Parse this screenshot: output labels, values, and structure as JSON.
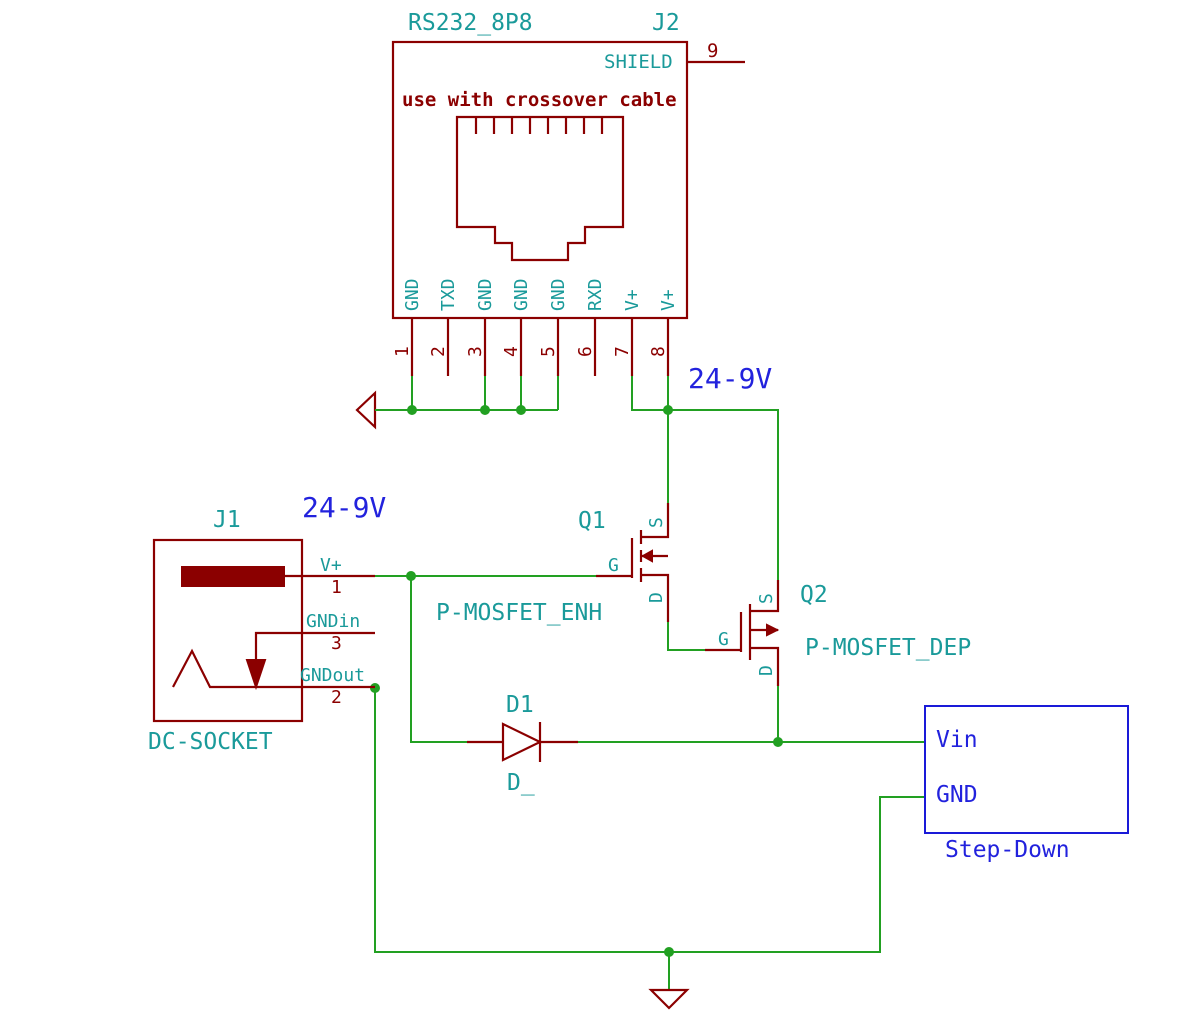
{
  "j2": {
    "value": "RS232_8P8",
    "ref": "J2",
    "shield_label": "SHIELD",
    "shield_pin": "9",
    "note": "use with crossover cable",
    "pins": [
      {
        "num": "1",
        "name": "GND"
      },
      {
        "num": "2",
        "name": "TXD"
      },
      {
        "num": "3",
        "name": "GND"
      },
      {
        "num": "4",
        "name": "GND"
      },
      {
        "num": "5",
        "name": "GND"
      },
      {
        "num": "6",
        "name": "RXD"
      },
      {
        "num": "7",
        "name": "V+"
      },
      {
        "num": "8",
        "name": "V+"
      }
    ]
  },
  "net_top": "24-9V",
  "net_j1": "24-9V",
  "j1": {
    "ref": "J1",
    "value": "DC-SOCKET",
    "pin1_name": "V+",
    "pin1_num": "1",
    "pin3_name": "GNDin",
    "pin3_num": "3",
    "pin2_name": "GNDout",
    "pin2_num": "2"
  },
  "q1": {
    "ref": "Q1",
    "value": "P-MOSFET_ENH",
    "g": "G",
    "s": "S",
    "d": "D"
  },
  "q2": {
    "ref": "Q2",
    "value": "P-MOSFET_DEP",
    "g": "G",
    "s": "S",
    "d": "D"
  },
  "d1": {
    "ref": "D1",
    "value": "D_"
  },
  "stepdown": {
    "vin": "Vin",
    "gnd": "GND",
    "label": "Step-Down"
  }
}
